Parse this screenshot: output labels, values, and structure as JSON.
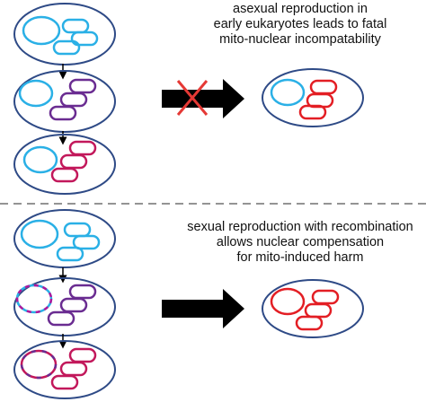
{
  "top_panel": {
    "caption_lines": [
      "asexual reproduction in",
      "early eukaryotes leads to fatal",
      "mito-nuclear incompatability"
    ]
  },
  "bottom_panel": {
    "caption_lines": [
      "sexual reproduction with recombination",
      "allows nuclear compensation",
      "for mito-induced harm"
    ]
  },
  "colors": {
    "cell_outline": "#2e4a86",
    "nucleus_cyan": "#2ab0e6",
    "mito_purple": "#6a2c91",
    "mito_magenta": "#c2185b",
    "mito_red": "#e31e24",
    "blocked_x": "#e53935",
    "arrow": "#000000",
    "divider": "#555555"
  },
  "icons": {
    "blocked_mark": "red-x-cross",
    "transition_arrow": "black-block-arrow"
  }
}
